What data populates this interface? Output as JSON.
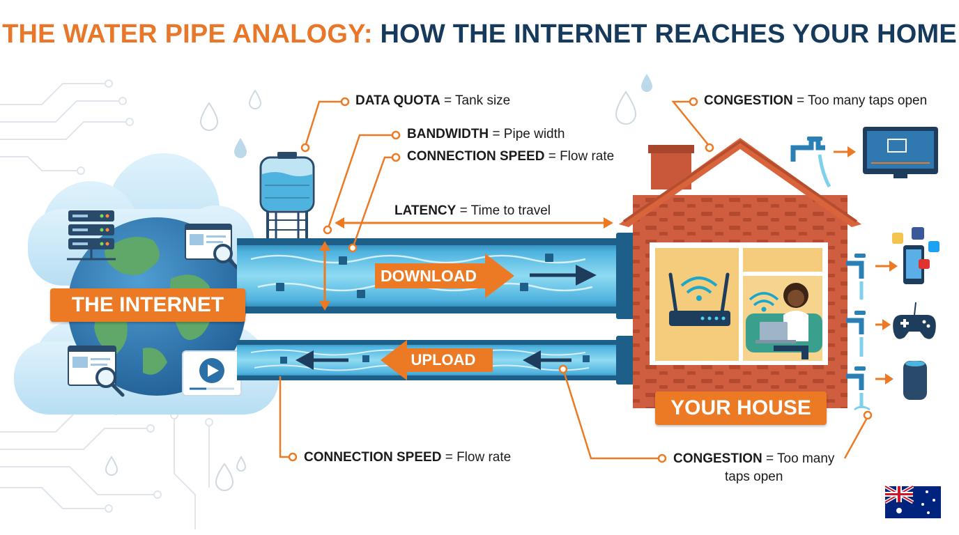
{
  "title": {
    "part1": "THE WATER PIPE ANALOGY:",
    "part2": "HOW THE INTERNET REACHES YOUR HOME"
  },
  "labels": {
    "internet": "THE INTERNET",
    "house": "YOUR HOUSE",
    "download": "DOWNLOAD",
    "upload": "UPLOAD"
  },
  "annotations": {
    "data_quota": {
      "term": "DATA QUOTA",
      "meaning": "= Tank size"
    },
    "bandwidth": {
      "term": "BANDWIDTH",
      "meaning": "= Pipe width"
    },
    "speed_top": {
      "term": "CONNECTION SPEED",
      "meaning": "= Flow rate"
    },
    "latency": {
      "term": "LATENCY",
      "meaning": "= Time to travel"
    },
    "congestion_top": {
      "term": "CONGESTION",
      "meaning": "= Too many taps open"
    },
    "speed_bottom": {
      "term": "CONNECTION SPEED",
      "meaning": "= Flow rate"
    },
    "congestion_bottom": {
      "term": "CONGESTION",
      "meaning": "= Too many",
      "meaning2": "taps open"
    }
  },
  "icons": {
    "flag": "australia-flag-icon",
    "devices": [
      "tv-icon",
      "phone-icon",
      "gamepad-icon",
      "smart-speaker-icon"
    ],
    "social": [
      "facebook-icon",
      "twitter-icon",
      "youtube-icon",
      "user-icon"
    ]
  },
  "colors": {
    "accent_orange": "#ec7a25",
    "title_navy": "#163a5c",
    "pipe_blue": "#2e8fc6",
    "water_light": "#7fd0ec",
    "brick": "#c9583b",
    "roof": "#d9643c"
  }
}
